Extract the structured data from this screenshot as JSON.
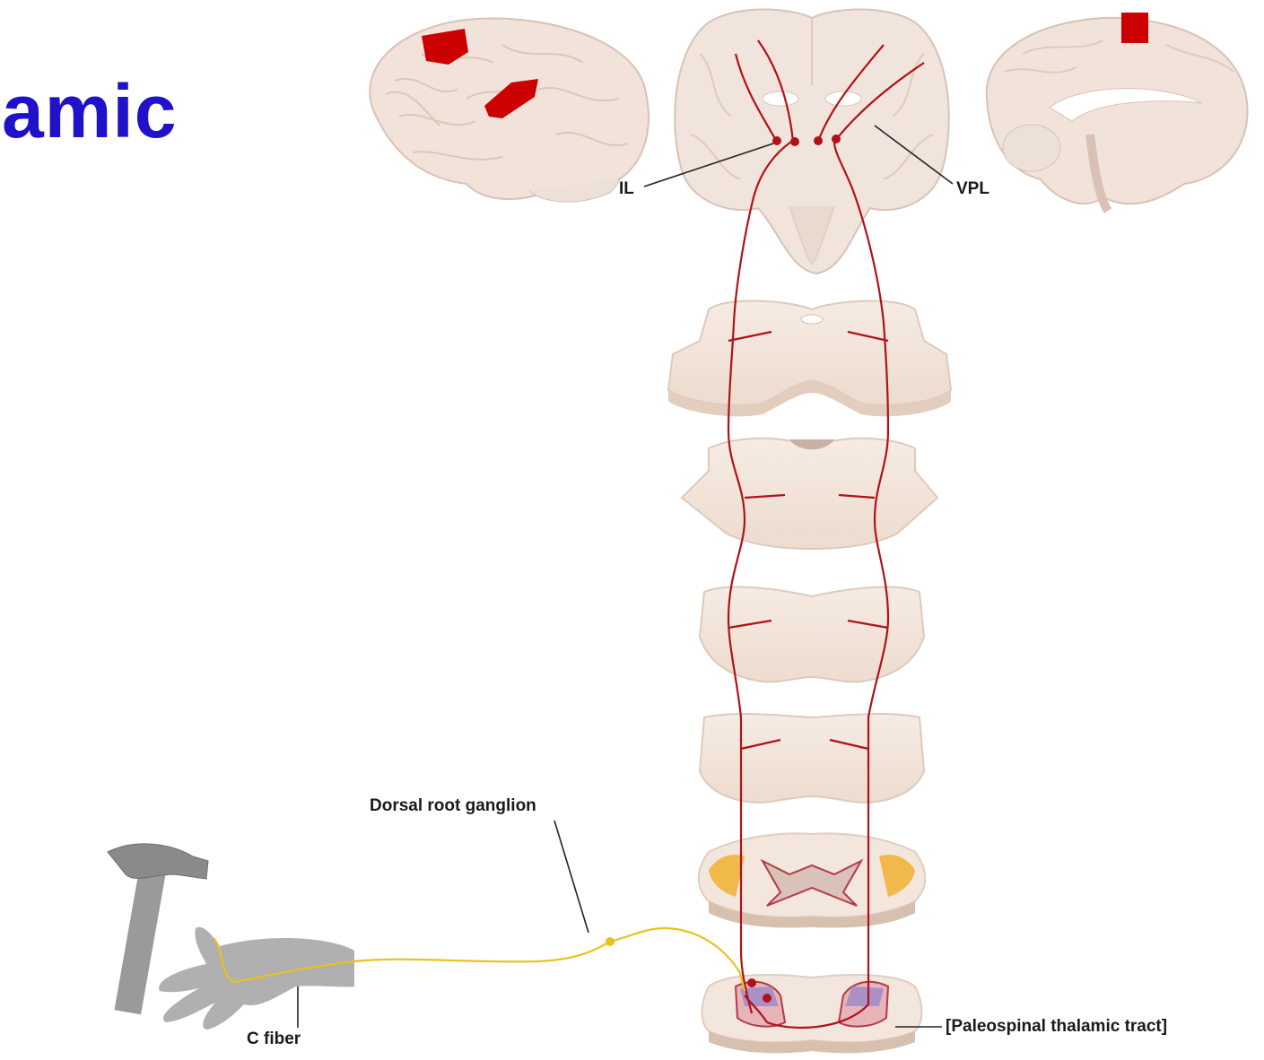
{
  "title": "amic",
  "labels": {
    "il": "IL",
    "vpl": "VPL",
    "dorsal_root_ganglion": "Dorsal root ganglion",
    "c_fiber": "C fiber",
    "paleospinal": "[Paleospinal thalamic tract]"
  },
  "colors": {
    "title": "#1f12c8",
    "tract": "#b01218",
    "fiber": "#e8c21e",
    "tissue": "#f3e6dc",
    "cortex_highlight": "#cc0000"
  },
  "icons": [
    "hammer-icon",
    "hand-icon",
    "brain-lateral-icon",
    "brain-coronal-icon",
    "brain-medial-icon"
  ]
}
